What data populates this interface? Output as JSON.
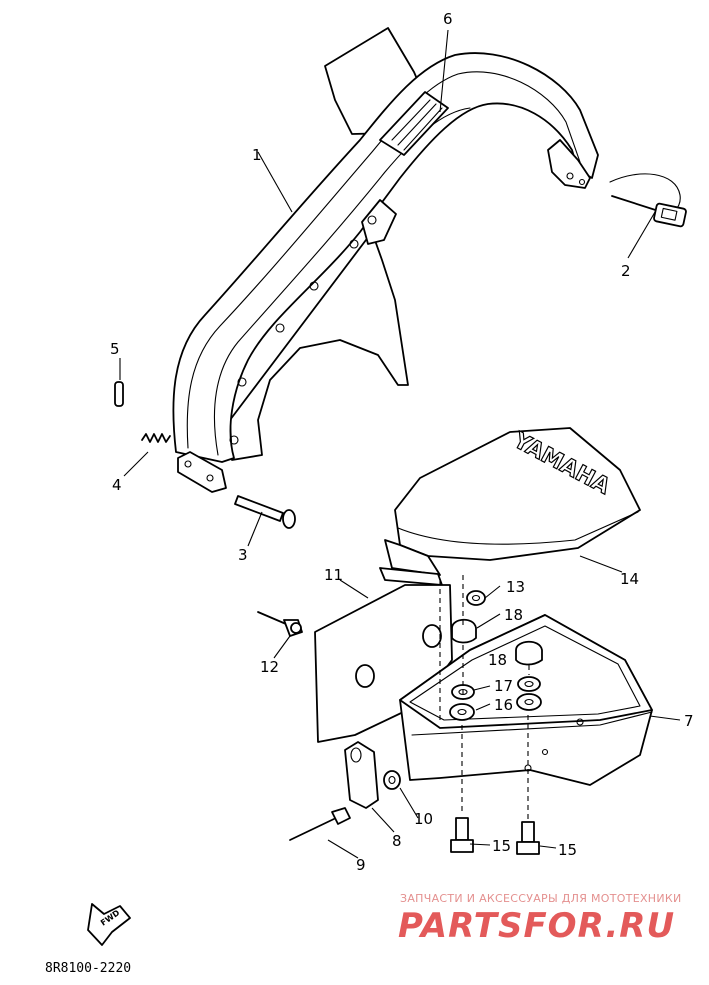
{
  "callouts": {
    "c1": "1",
    "c2": "2",
    "c3": "3",
    "c4": "4",
    "c5": "5",
    "c6": "6",
    "c7": "7",
    "c8": "8",
    "c9": "9",
    "c10": "10",
    "c11": "11",
    "c12": "12",
    "c13": "13",
    "c14": "14",
    "c15a": "15",
    "c15b": "15",
    "c16": "16",
    "c17": "17",
    "c18a": "18",
    "c18b": "18"
  },
  "cover_brand": "YAMAHA",
  "fwd_label": "FWD",
  "diagram_code": "8R8100-2220",
  "watermark": {
    "tagline": "ЗАПЧАСТИ И АКСЕССУАРЫ ДЛЯ МОТОТЕХНИКИ",
    "logo": "PARTSFOR.RU",
    "color": "#e35a5a"
  }
}
